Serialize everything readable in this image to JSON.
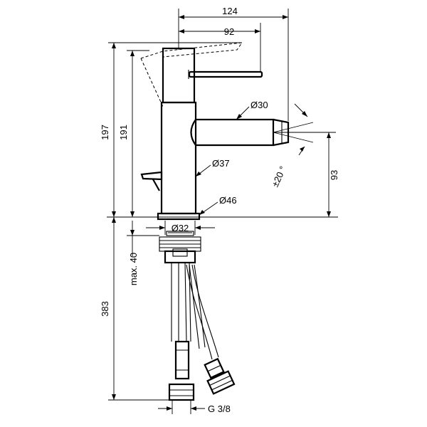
{
  "labels": {
    "width_124": "124",
    "width_92": "92",
    "height_197": "197",
    "height_191": "191",
    "dia_30": "Ø30",
    "dia_37": "Ø37",
    "dia_46": "Ø46",
    "dia_32": "Ø32",
    "angle_20": "±20 °",
    "height_93": "93",
    "max_40": "max. 40",
    "length_383": "383",
    "thread": "G 3/8"
  }
}
